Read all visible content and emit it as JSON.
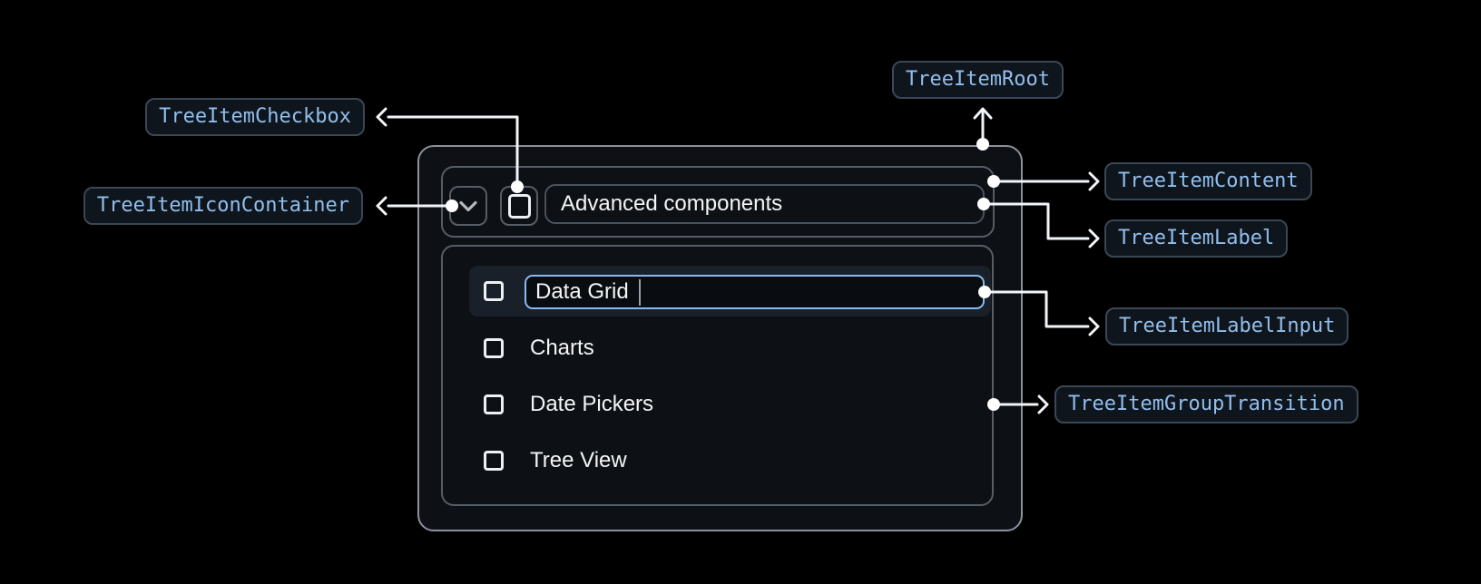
{
  "badges": {
    "root": "TreeItemRoot",
    "checkbox": "TreeItemCheckbox",
    "icon_container": "TreeItemIconContainer",
    "content": "TreeItemContent",
    "label": "TreeItemLabel",
    "label_input": "TreeItemLabelInput",
    "group_transition": "TreeItemGroupTransition"
  },
  "tree": {
    "parent": {
      "label": "Advanced components",
      "expanded": true,
      "checkbox_checked": false
    },
    "rows": [
      {
        "label": "Data Grid",
        "state": "editing",
        "input_value": "Data Grid",
        "checkbox_checked": false
      },
      {
        "label": "Charts",
        "checkbox_checked": false
      },
      {
        "label": "Date Pickers",
        "checkbox_checked": false
      },
      {
        "label": "Tree View",
        "checkbox_checked": false
      }
    ]
  },
  "icons": {
    "expand": "chevron-down-icon",
    "unchecked": "checkbox-unchecked-icon"
  },
  "colors": {
    "background": "#000000",
    "panel_background": "#0d1015",
    "root_border": "#8b929b",
    "inner_border": "#565d66",
    "selected_row_background": "#1a2029",
    "input_border": "#87bbf1",
    "badge_background": "#0f151c",
    "badge_border": "#3a4755",
    "badge_text": "#92beed",
    "connector": "#f2f5f8",
    "text": "#f4f5f6"
  }
}
